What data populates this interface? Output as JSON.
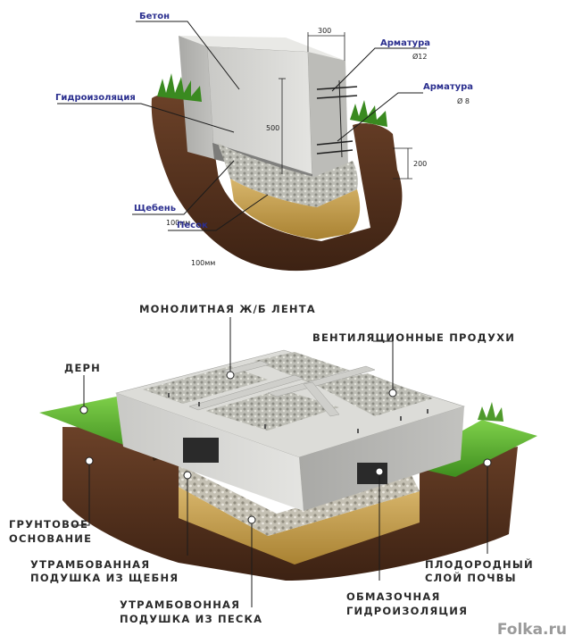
{
  "top": {
    "labels": {
      "concrete": "Бетон",
      "waterproofing": "Гидроизоляция",
      "rebar_12": "Арматура",
      "rebar_12_dia": "Ø12",
      "rebar_8": "Арматура",
      "rebar_8_dia": "Ø 8",
      "gravel": "Щебень",
      "gravel_thk": "100мм",
      "sand": "Песок",
      "sand_thk": "100мм"
    },
    "dimensions": {
      "width": "300",
      "height": "500",
      "step": "200"
    }
  },
  "bottom": {
    "labels": {
      "monolithic": "МОНОЛИТНАЯ Ж/Б ЛЕНТА",
      "vents": "ВЕНТИЛЯЦИОННЫЕ ПРОДУХИ",
      "turf": "ДЕРН",
      "ground_line1": "ГРУНТОВОЕ",
      "ground_line2": "ОСНОВАНИЕ",
      "gravel_line1": "УТРАМБОВАННАЯ",
      "gravel_line2": "ПОДУШКА ИЗ ЩЕБНЯ",
      "sand_line1": "УТРАМБОВОННАЯ",
      "sand_line2": "ПОДУШКА ИЗ ПЕСКА",
      "coating_line1": "ОБМАЗОЧНАЯ",
      "coating_line2": "ГИДРОИЗОЛЯЦИЯ",
      "soil_line1": "ПЛОДОРОДНЫЙ",
      "soil_line2": "СЛОЙ ПОЧВЫ"
    }
  },
  "watermark": "Folka.ru"
}
